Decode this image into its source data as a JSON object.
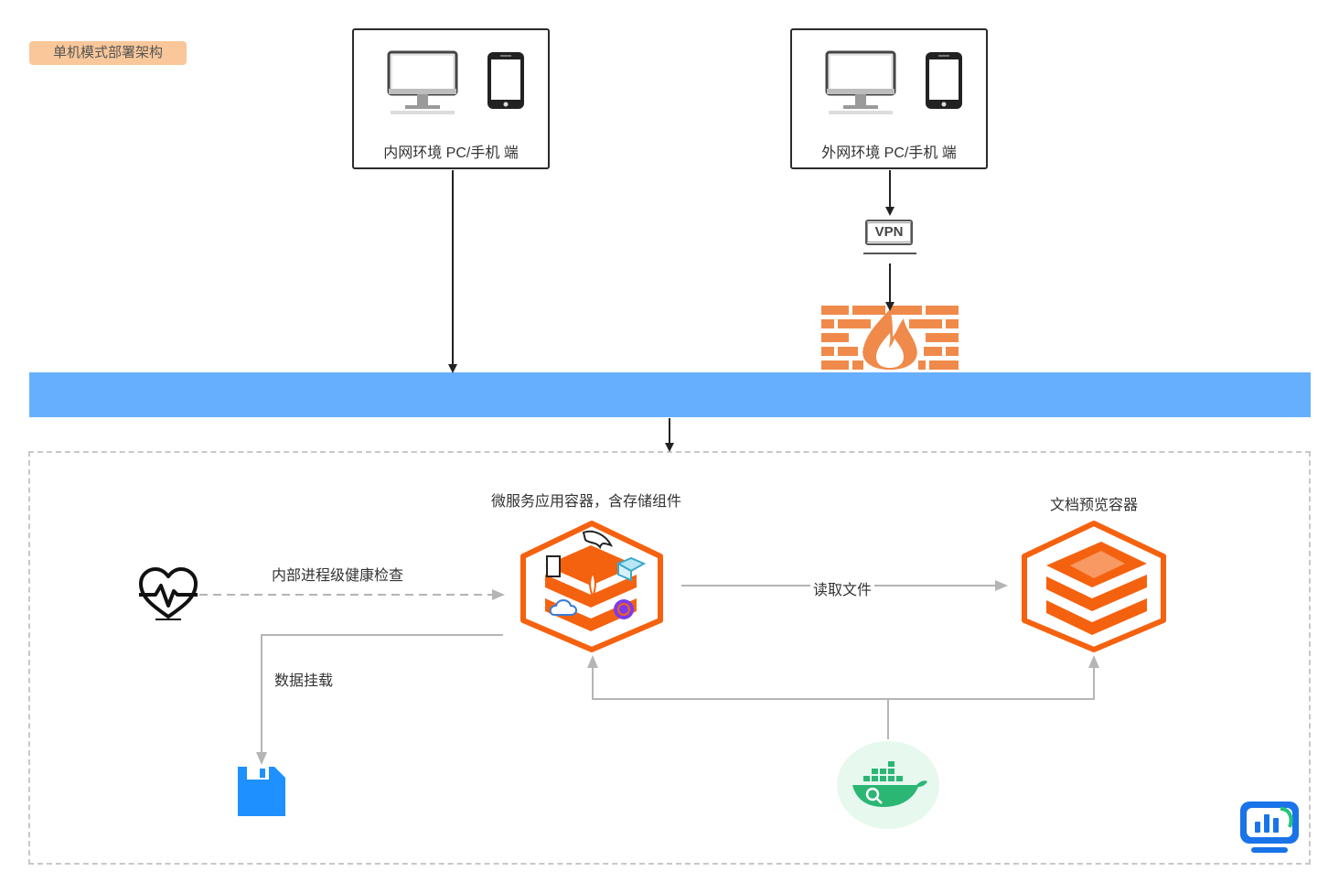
{
  "diagram_title": "单机模式部署架构",
  "clients": {
    "internal_label": "内网环境 PC/手机 端",
    "external_label": "外网环境 PC/手机 端"
  },
  "vpn_badge": "VPN",
  "labels": {
    "microservice_container": "微服务应用容器，含存储组件",
    "preview_container": "文档预览容器",
    "health_check": "内部进程级健康检查",
    "read_file": "读取文件",
    "data_mount": "数据挂载"
  },
  "icons": {
    "monitor": "monitor-icon",
    "phone": "phone-icon",
    "vpn": "vpn-icon",
    "firewall": "firewall-icon",
    "health": "heartbeat-icon",
    "microservice": "microservice-container-icon",
    "preview": "preview-container-icon",
    "storage": "floppy-disk-icon",
    "docker": "docker-icon",
    "brand": "brand-logo-icon"
  },
  "colors": {
    "accent_orange": "#f5620f",
    "bus_blue": "#66afff",
    "firewall": "#f08a4b",
    "docker_bg": "#e7f8ef",
    "docker_green": "#2bb673",
    "storage_blue": "#1e90ff",
    "tag_bg": "#f9c79a"
  }
}
